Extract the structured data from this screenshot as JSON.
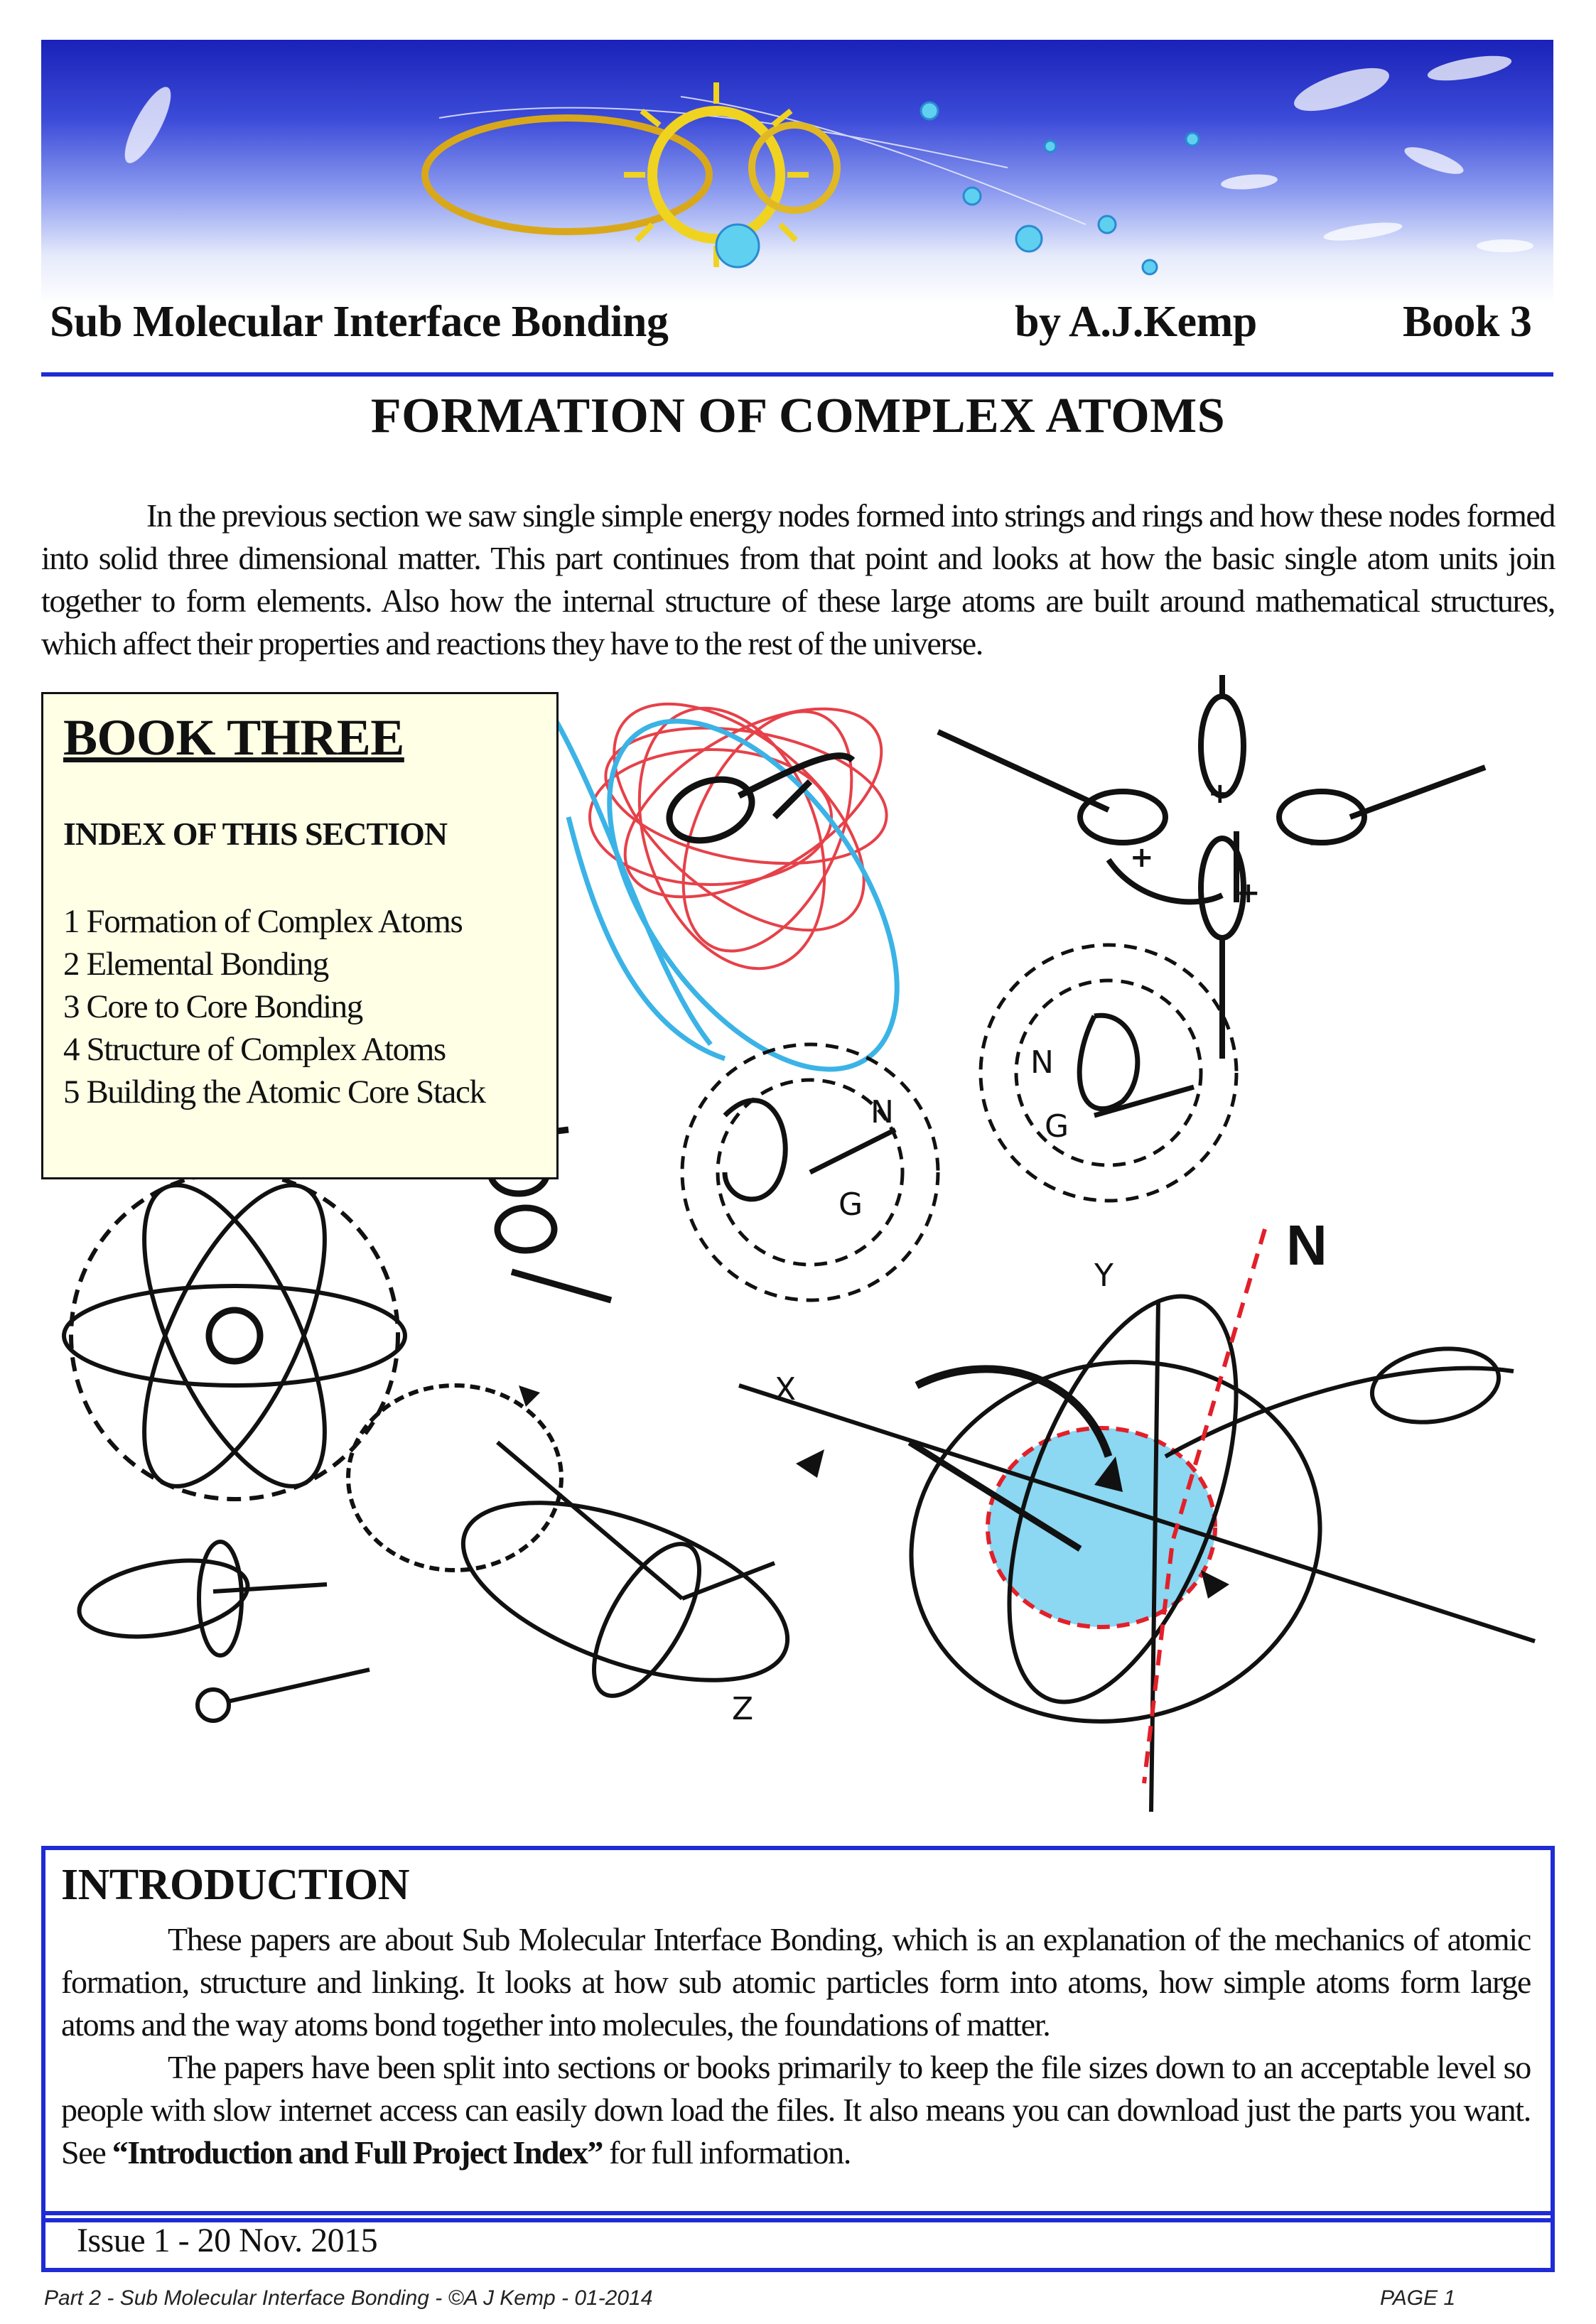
{
  "header": {
    "series_title": "Sub Molecular Interface Bonding",
    "author": "by A.J.Kemp",
    "book": "Book 3"
  },
  "page_title": "FORMATION  OF COMPLEX  ATOMS",
  "intro_paragraph": "In the previous section we saw single simple energy nodes formed into strings and rings and how these nodes formed into solid three dimensional matter. This part continues from that point and looks at how the basic single atom units join together to form elements. Also how the internal structure of these large atoms are built around mathematical structures, which affect their properties and reactions they have to the rest of the universe.",
  "index_box": {
    "title": "BOOK THREE",
    "subtitle": "INDEX OF THIS SECTION",
    "items": [
      "1  Formation of Complex Atoms",
      "2  Elemental Bonding",
      "3  Core to Core Bonding",
      "4  Structure of Complex Atoms",
      "5  Building the Atomic Core Stack"
    ]
  },
  "diagram_labels": {
    "n_label": "N",
    "x_label": "X",
    "y_label": "Y",
    "z_label": "Z",
    "plus": "+",
    "minus": "−",
    "n_small": "N",
    "g_small": "G"
  },
  "introduction": {
    "heading": "INTRODUCTION",
    "paragraph1": "These papers are about Sub Molecular Interface Bonding, which is an explanation of the mechanics of atomic formation, structure and linking. It looks at how sub atomic particles form into atoms, how simple atoms form large atoms and the way atoms bond together into molecules, the foundations of matter.",
    "paragraph2_start": "The papers have been split into sections or books primarily to keep the file sizes down to an acceptable level so people with slow internet access can easily down load the files. It also means you can download just the parts you want. See ",
    "paragraph2_bold": "“Introduction and Full Project Index”",
    "paragraph2_end": " for full information."
  },
  "issue": "Issue 1 - 20 Nov. 2015",
  "footer": {
    "left": "Part 2  -  Sub Molecular Interface Bonding   -  ©A J Kemp - 01-2014",
    "right": "PAGE   1"
  },
  "colors": {
    "accent_blue": "#1f2bd4",
    "index_box_bg": "#ffffe6",
    "diagram_red": "#e2202a",
    "diagram_cyan": "#3bb3e6"
  }
}
